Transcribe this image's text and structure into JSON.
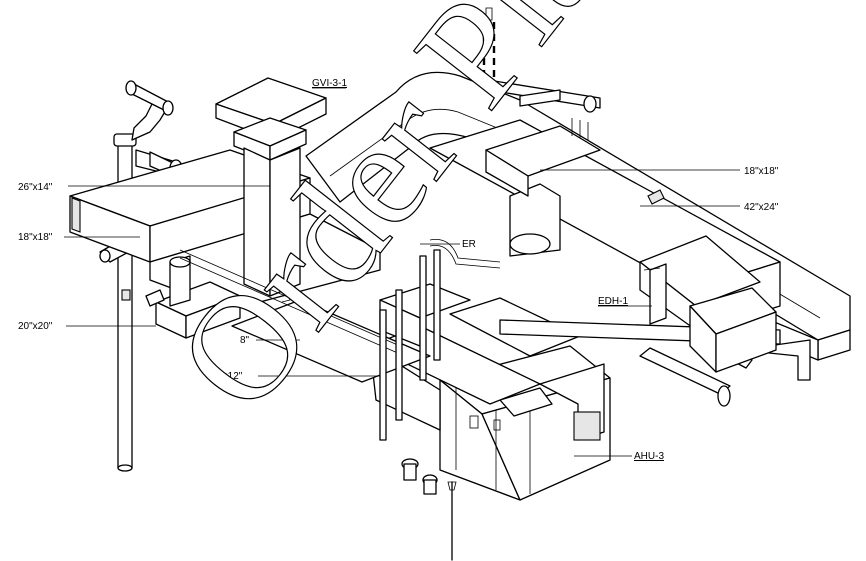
{
  "labels": {
    "gvi": "GVI-3-1",
    "duct_18x18_top": "18\"x18\"",
    "duct_42x24": "42\"x24\"",
    "duct_26x14": "26\"x14\"",
    "duct_18x18_left": "18\"x18\"",
    "duct_20x20": "20\"x20\"",
    "duct_8": "8\"",
    "duct_14x12": "14\"x12\"",
    "erv": "ER",
    "edh": "EDH-1",
    "ahu": "AHU-3"
  },
  "watermark": {
    "text": "Order Pla"
  }
}
